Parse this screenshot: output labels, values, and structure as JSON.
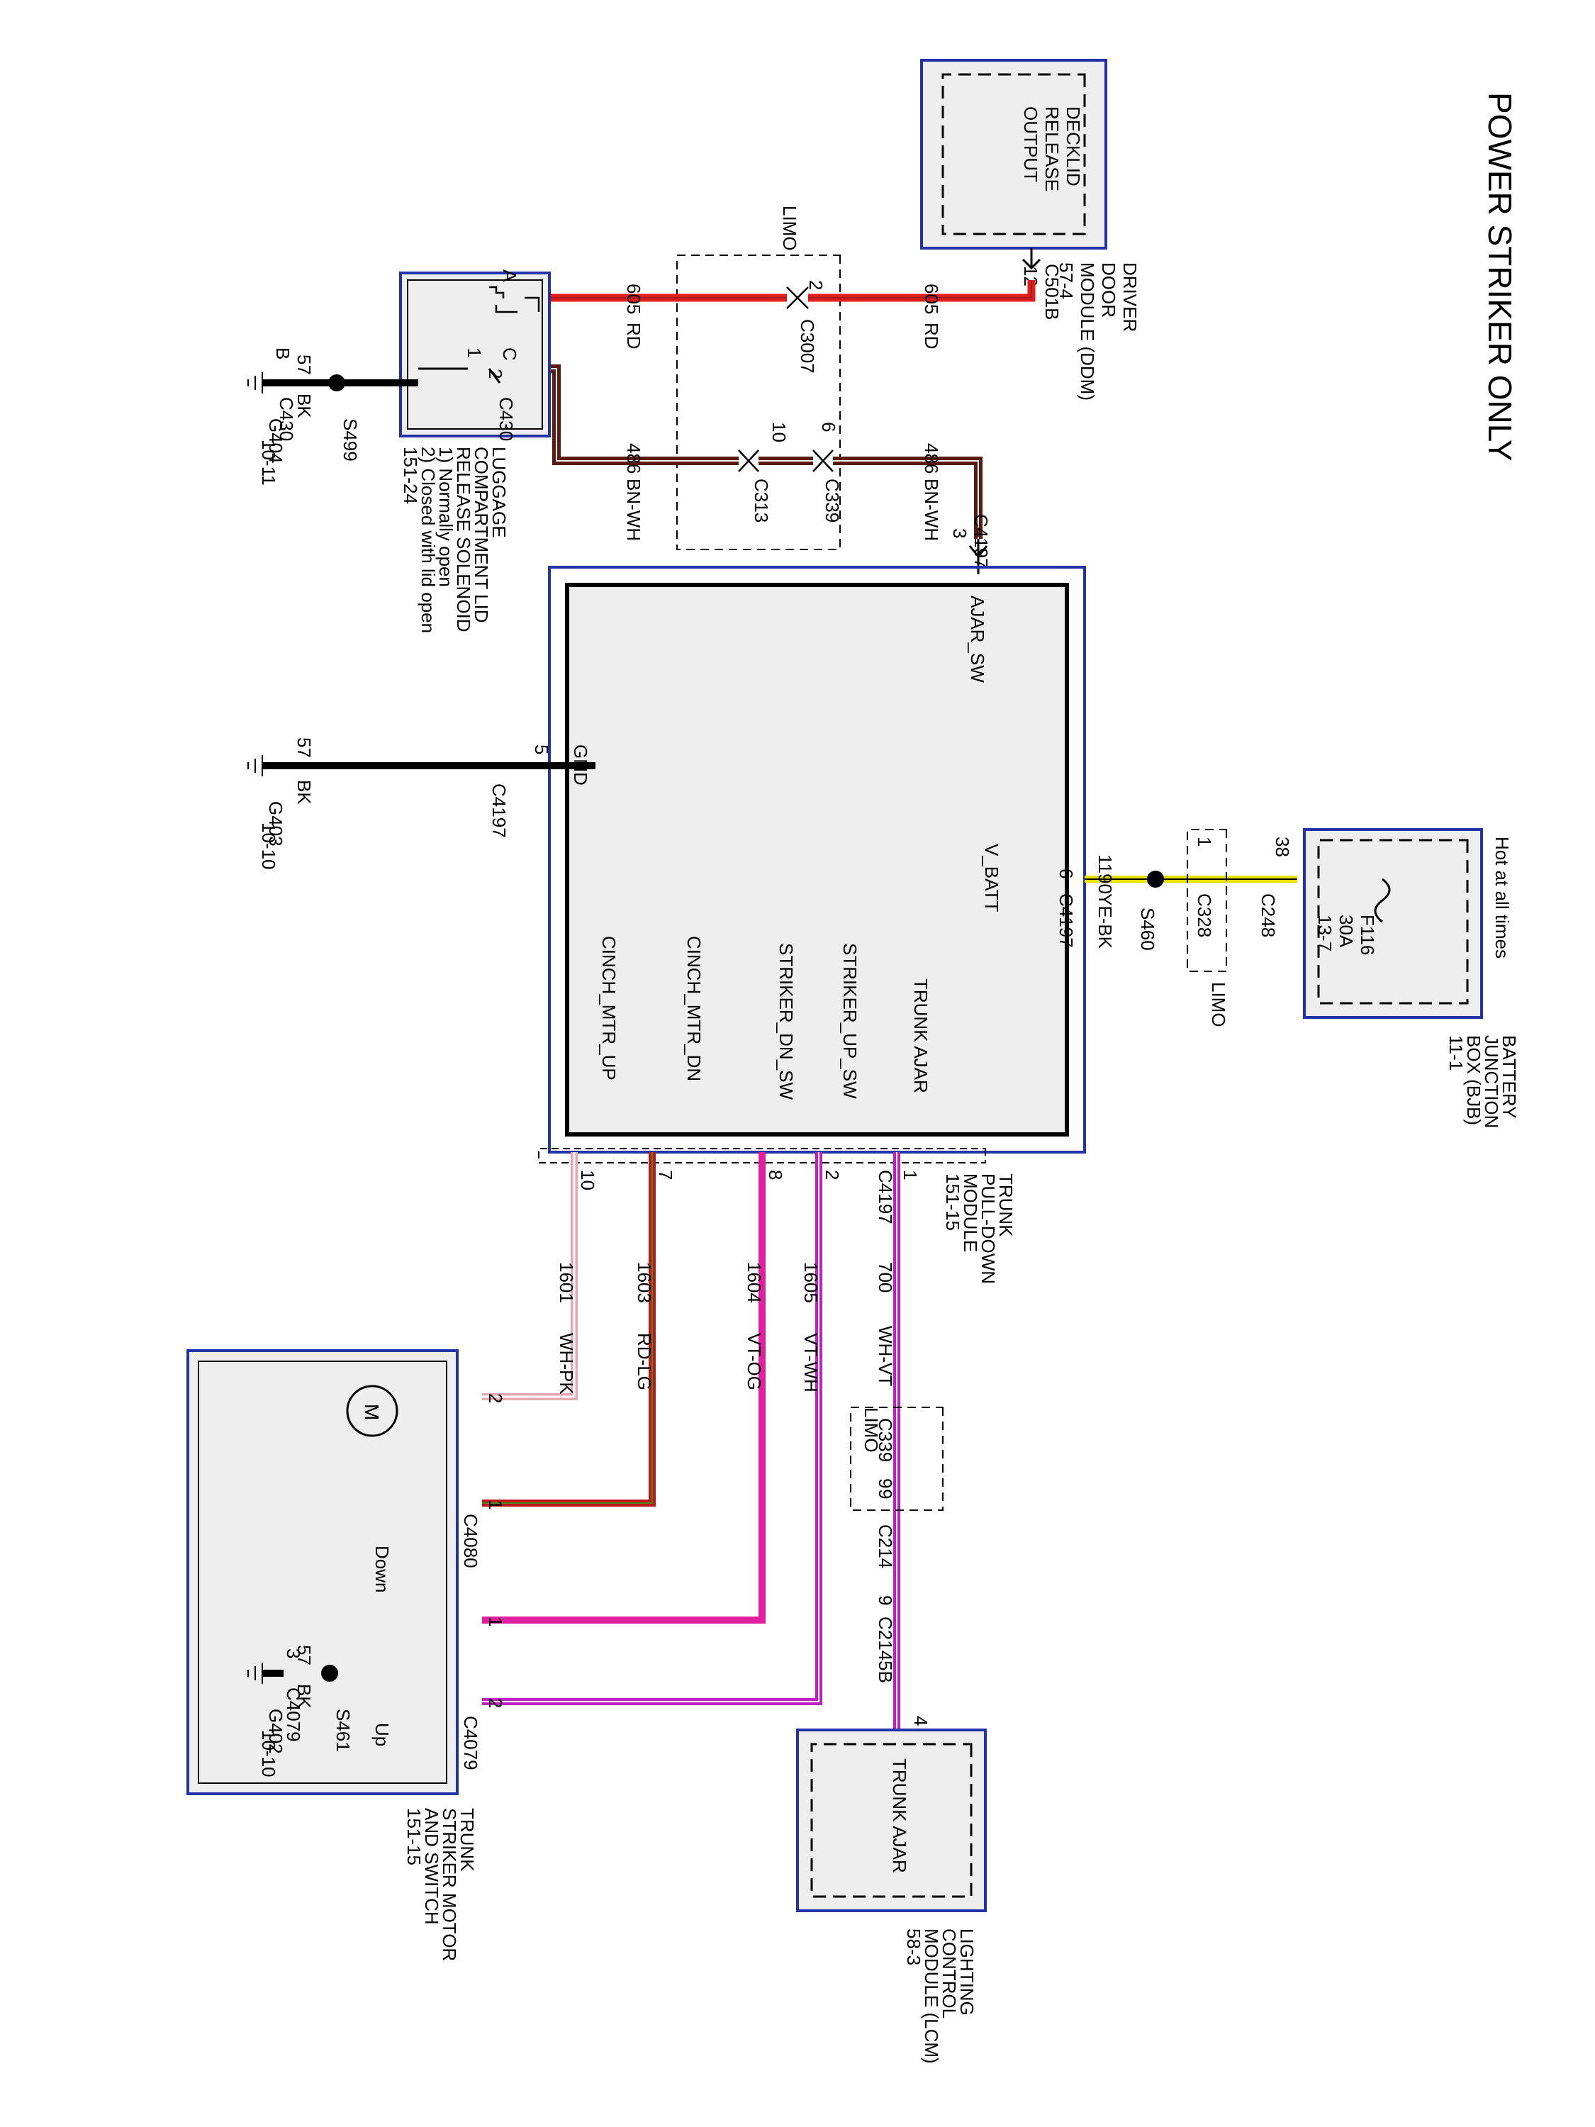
{
  "title": "POWER STRIKER ONLY",
  "limo": "LIMO",
  "hot_at_all_times": "Hot at all times",
  "colors": {
    "module_border": "#2233aa",
    "module_fill": "#eeeeee",
    "wire_red": "#e41c1c",
    "wire_brown": "#5a1a10",
    "wire_violet": "#e020a0",
    "wire_violet_white": "#c020c0",
    "wire_yellow": "#e8e000"
  },
  "modules": {
    "ddm": {
      "name_lines": [
        "DRIVER",
        "DOOR",
        "MODULE (DDM)",
        "57-4"
      ],
      "inner_lines": [
        "DECKLID",
        "RELEASE",
        "OUTPUT"
      ],
      "connector": "C501B",
      "pin": "12"
    },
    "solenoid": {
      "name_lines": [
        "LUGGAGE",
        "COMPARTMENT LID",
        "RELEASE SOLENOID",
        "1) Normally open",
        "2) Closed with lid open",
        "151-24"
      ],
      "pin_a": "A",
      "pin_b": "B",
      "pin_c": "C",
      "connector_left": "C430",
      "connector_right": "C430",
      "sw1": "1",
      "sw2": "2"
    },
    "tpdm": {
      "name_lines": [
        "TRUNK",
        "PULL-DOWN",
        "MODULE",
        "151-15"
      ],
      "connector": "C4197",
      "pins": {
        "ajar_sw": "AJAR_SW",
        "gnd": "GND",
        "v_batt": "V_BATT",
        "cinch_up": "CINCH_MTR_UP",
        "cinch_dn": "CINCH_MTR_DN",
        "striker_dn": "STRIKER_DN_SW",
        "striker_up": "STRIKER_UP_SW",
        "trunk_ajar": "TRUNK AJAR"
      }
    },
    "bjb": {
      "name_lines": [
        "BATTERY",
        "JUNCTION",
        "BOX (BJB)",
        "11-1"
      ],
      "fuse_lines": [
        "F116",
        "30A",
        "13-7"
      ],
      "connector": "C248",
      "pin": "38"
    },
    "motor": {
      "name_lines": [
        "TRUNK",
        "STRIKER MOTOR",
        "AND SWITCH",
        "151-15"
      ],
      "motor_symbol": "M",
      "down": "Down",
      "up": "Up",
      "connector_motor": "C4080",
      "connector_switch": "C4079"
    },
    "lcm": {
      "name_lines": [
        "LIGHTING",
        "CONTROL",
        "MODULE (LCM)",
        "58-3"
      ],
      "inner": "TRUNK AJAR",
      "connector": "C2145B",
      "pin": "4"
    }
  },
  "wires": {
    "w605": {
      "circuit": "605",
      "color_code": "RD"
    },
    "w486": {
      "circuit": "486",
      "color_code": "BN-WH"
    },
    "w57": {
      "circuit": "57",
      "color_code": "BK"
    },
    "w1190": {
      "circuit": "1190",
      "color_code": "YE-BK"
    },
    "w700": {
      "circuit": "700",
      "color_code": "WH-VT"
    },
    "w1605": {
      "circuit": "1605",
      "color_code": "VT-WH"
    },
    "w1604": {
      "circuit": "1604",
      "color_code": "VT-OG"
    },
    "w1603": {
      "circuit": "1603",
      "color_code": "RD-LG"
    },
    "w1601": {
      "circuit": "1601",
      "color_code": "WH-PK"
    }
  },
  "connectors": {
    "c3007": "C3007",
    "c3007_pin": "2",
    "c3007_pin2": "2",
    "c313": "C313",
    "c313_pin": "10",
    "c339": "C339",
    "c339_pin": "6",
    "c4197_ajar_pin": "3",
    "c4197_gnd_pin": "5",
    "c4197_vbatt_pin": "6",
    "c328": "C328",
    "c328_pin": "1",
    "c4197_pin1": "1",
    "c4197_pin2": "2",
    "c4197_pin8": "8",
    "c4197_pin7": "7",
    "c4197_pin10": "10",
    "c339_lower": "C339",
    "c339_lower_pin": "9",
    "c339_lower_pin2": "9",
    "c214": "C214",
    "c214_pin": "9",
    "c4080_pin2": "2",
    "c4080_pin1": "1",
    "c4079_pin1": "1",
    "c4079_pin2": "2",
    "c4079_pin3": "3"
  },
  "splices": {
    "s499": "S499",
    "s460": "S460",
    "s461": "S461"
  },
  "grounds": {
    "g404": {
      "name": "G404",
      "ref": "10-11"
    },
    "g403": {
      "name": "G403",
      "ref": "10-10"
    },
    "g402": {
      "name": "G402",
      "ref": "10-10"
    }
  }
}
